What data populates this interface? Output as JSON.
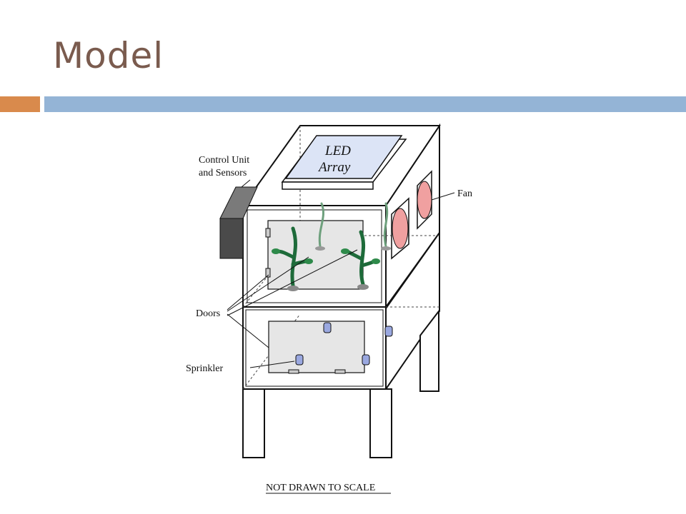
{
  "slide": {
    "title": "Model",
    "accent_orange": "#d98a4c",
    "accent_blue": "#94b4d6"
  },
  "diagram": {
    "led_label_line1": "LED",
    "led_label_line2": "Array",
    "control_label_line1": "Control Unit",
    "control_label_line2": "and Sensors",
    "fan_label": "Fan",
    "doors_label": "Doors",
    "sprinkler_label": "Sprinkler",
    "scale_note": "NOT DRAWN TO SCALE",
    "colors": {
      "led_panel": "#dce4f6",
      "fan_fill": "#f0a0a0",
      "plant_green": "#1e6b3a",
      "sprinkler_blue": "#9aa8e0",
      "control_box": "#555555"
    }
  }
}
